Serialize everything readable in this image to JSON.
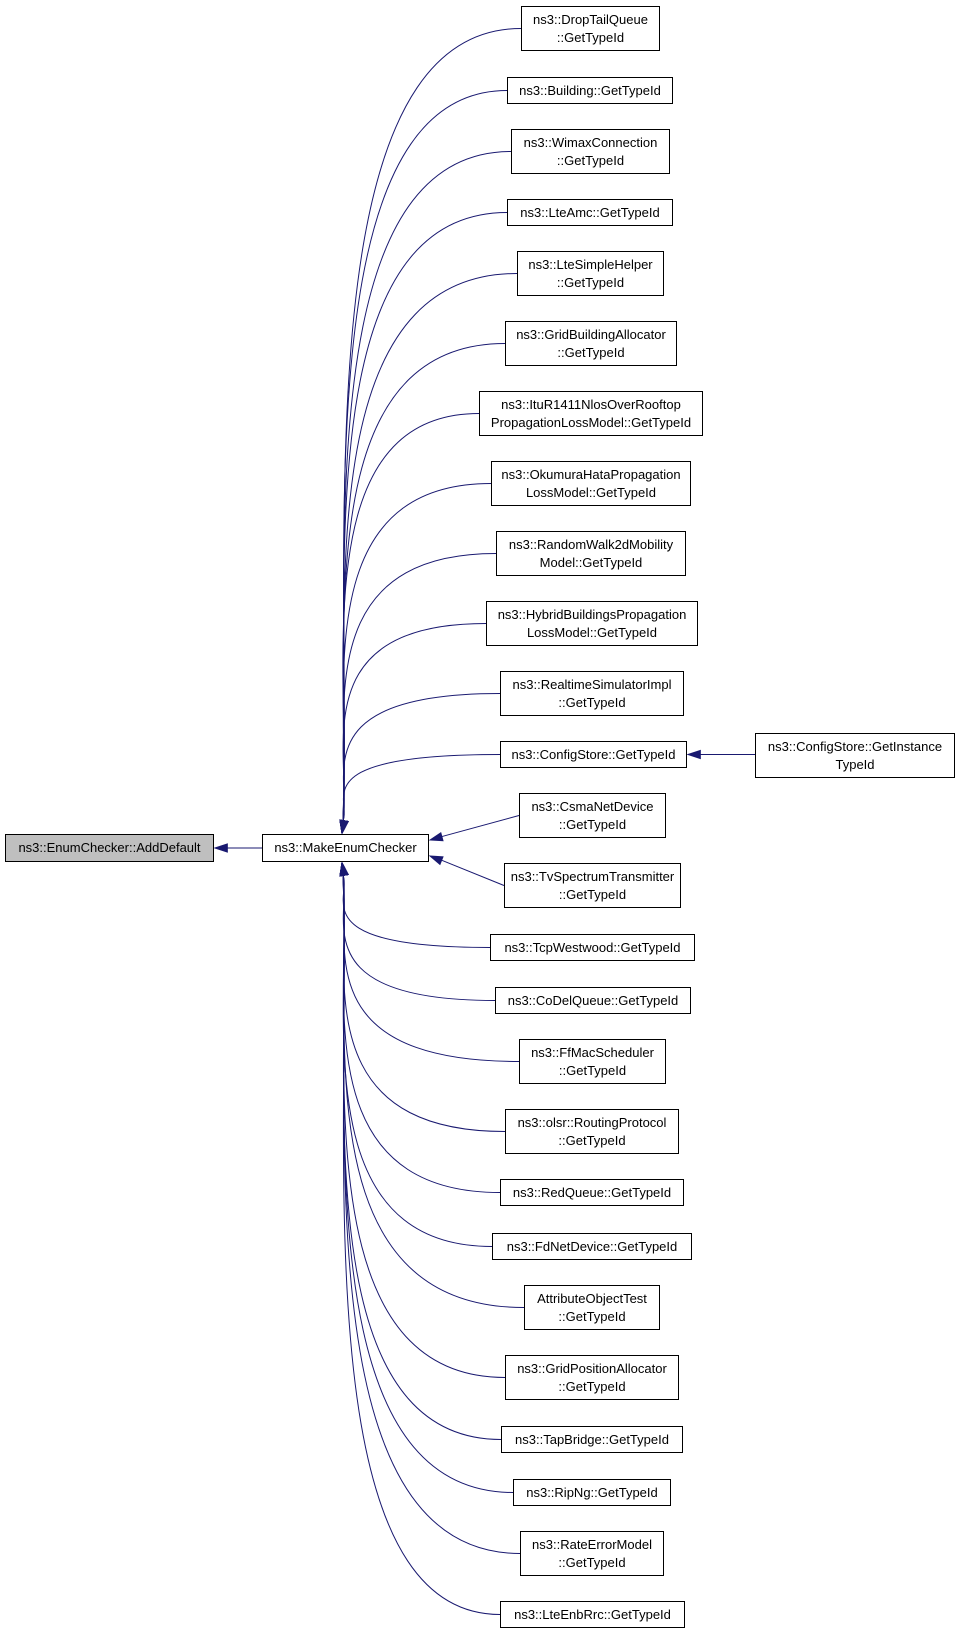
{
  "colors": {
    "edge": "#191970",
    "root_fill": "#bfbfbf",
    "node_fill": "#ffffff",
    "border": "#000000"
  },
  "nodes": {
    "root": {
      "lines": [
        "ns3::EnumChecker::AddDefault"
      ]
    },
    "make": {
      "lines": [
        "ns3::MakeEnumChecker"
      ]
    },
    "droptail": {
      "lines": [
        "ns3::DropTailQueue",
        "::GetTypeId"
      ]
    },
    "building": {
      "lines": [
        "ns3::Building::GetTypeId"
      ]
    },
    "wimax": {
      "lines": [
        "ns3::WimaxConnection",
        "::GetTypeId"
      ]
    },
    "lteamc": {
      "lines": [
        "ns3::LteAmc::GetTypeId"
      ]
    },
    "ltesimple": {
      "lines": [
        "ns3::LteSimpleHelper",
        "::GetTypeId"
      ]
    },
    "gridbld": {
      "lines": [
        "ns3::GridBuildingAllocator",
        "::GetTypeId"
      ]
    },
    "itur": {
      "lines": [
        "ns3::ItuR1411NlosOverRooftop",
        "PropagationLossModel::GetTypeId"
      ]
    },
    "okumura": {
      "lines": [
        "ns3::OkumuraHataPropagation",
        "LossModel::GetTypeId"
      ]
    },
    "randwalk": {
      "lines": [
        "ns3::RandomWalk2dMobility",
        "Model::GetTypeId"
      ]
    },
    "hybrid": {
      "lines": [
        "ns3::HybridBuildingsPropagation",
        "LossModel::GetTypeId"
      ]
    },
    "realtime": {
      "lines": [
        "ns3::RealtimeSimulatorImpl",
        "::GetTypeId"
      ]
    },
    "cfgstore": {
      "lines": [
        "ns3::ConfigStore::GetTypeId"
      ]
    },
    "cfginst": {
      "lines": [
        "ns3::ConfigStore::GetInstance",
        "TypeId"
      ]
    },
    "csma": {
      "lines": [
        "ns3::CsmaNetDevice",
        "::GetTypeId"
      ]
    },
    "tvspec": {
      "lines": [
        "ns3::TvSpectrumTransmitter",
        "::GetTypeId"
      ]
    },
    "tcpwest": {
      "lines": [
        "ns3::TcpWestwood::GetTypeId"
      ]
    },
    "codel": {
      "lines": [
        "ns3::CoDelQueue::GetTypeId"
      ]
    },
    "ffmac": {
      "lines": [
        "ns3::FfMacScheduler",
        "::GetTypeId"
      ]
    },
    "olsr": {
      "lines": [
        "ns3::olsr::RoutingProtocol",
        "::GetTypeId"
      ]
    },
    "red": {
      "lines": [
        "ns3::RedQueue::GetTypeId"
      ]
    },
    "fdnet": {
      "lines": [
        "ns3::FdNetDevice::GetTypeId"
      ]
    },
    "attrobj": {
      "lines": [
        "AttributeObjectTest",
        "::GetTypeId"
      ]
    },
    "gridpos": {
      "lines": [
        "ns3::GridPositionAllocator",
        "::GetTypeId"
      ]
    },
    "tapbridge": {
      "lines": [
        "ns3::TapBridge::GetTypeId"
      ]
    },
    "ripng": {
      "lines": [
        "ns3::RipNg::GetTypeId"
      ]
    },
    "rateerr": {
      "lines": [
        "ns3::RateErrorModel",
        "::GetTypeId"
      ]
    },
    "lteenb": {
      "lines": [
        "ns3::LteEnbRrc::GetTypeId"
      ]
    }
  }
}
